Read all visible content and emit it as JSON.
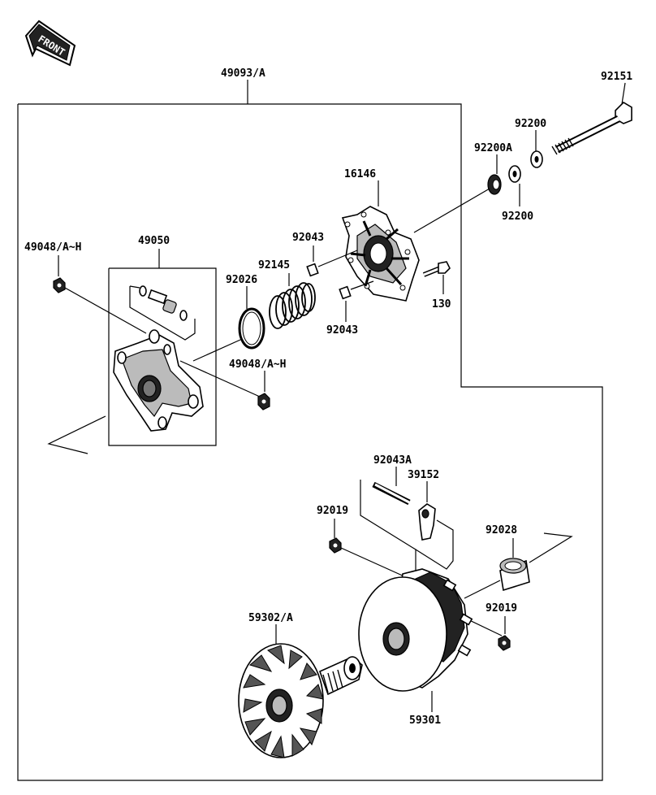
{
  "front_badge": {
    "text": "FRONT"
  },
  "labels": {
    "assembly": "49093/A",
    "bolt_long": "92151",
    "washer_a": "92200",
    "washer_b": "92200",
    "washer_c": "92200A",
    "cover": "16146",
    "nut_left": "49048/A~H",
    "spider": "49050",
    "pin_upper": "92043",
    "spring": "92145",
    "ring": "92026",
    "bolt_small": "130",
    "pin_lower": "92043",
    "nut_right": "49048/A~H",
    "pin_long": "92043A",
    "weight": "39152",
    "nut_sheave_left": "92019",
    "bushing": "92028",
    "nut_sheave_right": "92019",
    "fixed_sheave": "59302/A",
    "movable_sheave": "59301"
  }
}
